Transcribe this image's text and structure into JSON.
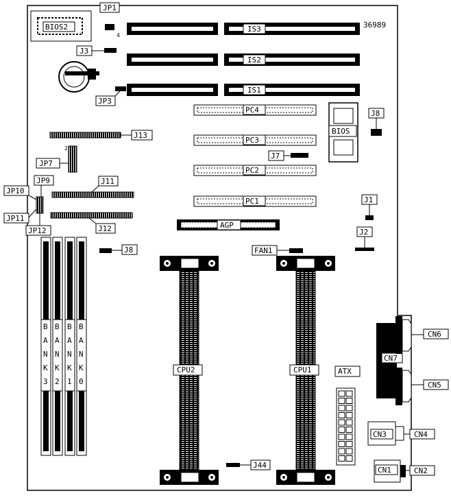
{
  "board_id": "36989",
  "labels": {
    "jp1": "JP1",
    "jp3": "JP3",
    "jp7": "JP7",
    "jp9": "JP9",
    "jp10": "JP10",
    "jp11": "JP11",
    "jp12": "JP12",
    "j1": "J1",
    "j2": "J2",
    "j3": "J3",
    "j7": "J7",
    "j8_top": "J8",
    "j8_left": "J8",
    "j11": "J11",
    "j12": "J12",
    "j13": "J13",
    "j44": "J44",
    "bios2": "BIOS2",
    "bios": "BIOS",
    "is1": "IS1",
    "is2": "IS2",
    "is3": "IS3",
    "pc1": "PC1",
    "pc2": "PC2",
    "pc3": "PC3",
    "pc4": "PC4",
    "agp": "AGP",
    "fan1": "FAN1",
    "cpu1": "CPU1",
    "cpu2": "CPU2",
    "atx": "ATX",
    "cn1": "CN1",
    "cn2": "CN2",
    "cn3": "CN3",
    "cn4": "CN4",
    "cn5": "CN5",
    "cn6": "CN6",
    "cn7": "CN7",
    "jp1_pin": "4",
    "jp7_pin": "2"
  },
  "banks": [
    [
      "B",
      "A",
      "N",
      "K",
      "3"
    ],
    [
      "B",
      "A",
      "N",
      "K",
      "2"
    ],
    [
      "B",
      "A",
      "N",
      "K",
      "1"
    ],
    [
      "B",
      "A",
      "N",
      "K",
      "0"
    ]
  ]
}
